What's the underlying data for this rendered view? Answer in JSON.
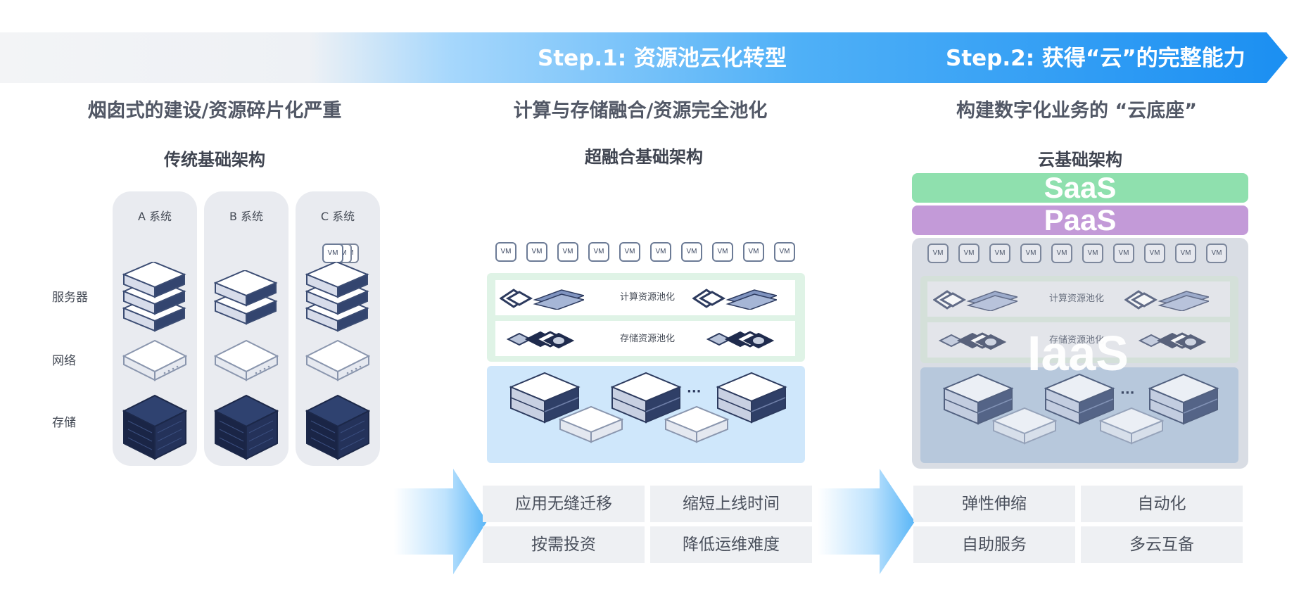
{
  "banner": {
    "step1": "Step.1: 资源池云化转型",
    "step2": "Step.2: 获得“云”的完整能力",
    "colors": {
      "light_start": "#f0f2f5",
      "blue_mid": "#7ec6fb",
      "blue_end": "#1b8ff2"
    }
  },
  "columns": [
    {
      "heading": "烟囱式的建设/资源碎片化严重",
      "subheading": "传统基础架构",
      "systems": [
        "A 系统",
        "B 系统",
        "C 系统"
      ],
      "vm_label": "VM",
      "row_labels": [
        "服务器",
        "网络",
        "存储"
      ]
    },
    {
      "heading": "计算与存储融合/资源完全池化",
      "subheading": "超融合基础架构",
      "vm_label": "VM",
      "vm_count": 10,
      "compute_pool": "计算资源池化",
      "storage_pool": "存储资源池化",
      "ellipsis": "···",
      "benefits": [
        "应用无缝迁移",
        "缩短上线时间",
        "按需投资",
        "降低运维难度"
      ]
    },
    {
      "heading": "构建数字化业务的 “云底座”",
      "subheading": "云基础架构",
      "saas": "SaaS",
      "paas": "PaaS",
      "iaas": "IaaS",
      "vm_label": "VM",
      "vm_count": 10,
      "compute_pool": "计算资源池化",
      "storage_pool": "存储资源池化",
      "ellipsis": "···",
      "benefits": [
        "弹性伸缩",
        "自动化",
        "自助服务",
        "多云互备"
      ],
      "colors": {
        "saas": "#8fe0ae",
        "paas": "#c39ad8",
        "iaas_bg": "#d9dde4"
      }
    }
  ]
}
